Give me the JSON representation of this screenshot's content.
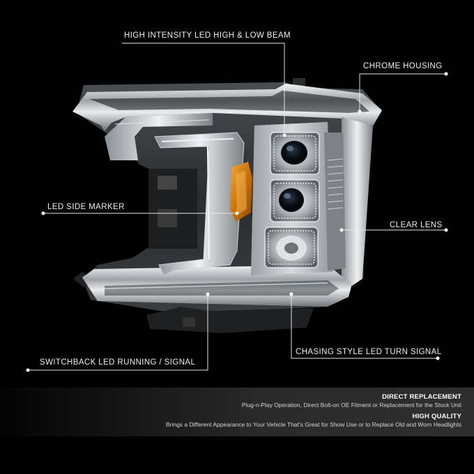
{
  "callouts": {
    "high_low_beam": "HIGH INTENSITY LED HIGH & LOW BEAM",
    "chrome_housing": "CHROME HOUSING",
    "side_marker": "LED SIDE MARKER",
    "clear_lens": "CLEAR LENS",
    "turn_signal": "CHASING STYLE LED TURN SIGNAL",
    "running_signal": "SWITCHBACK LED RUNNING / SIGNAL"
  },
  "features": [
    {
      "title": "DIRECT REPLACEMENT",
      "description": "Plug-n-Play Operation, Direct Bolt-on OE Fitment or Replacement for the Stock Unit"
    },
    {
      "title": "HIGH QUALITY",
      "description": "Brings a Different Appearance to Your Vehicle That's Great for Show Use or to Replace Old and Worn Headlights"
    }
  ],
  "colors": {
    "background": "#000000",
    "line": "#e6e6e6",
    "amber": "#d9880f",
    "chrome": "#c9ccd0"
  }
}
